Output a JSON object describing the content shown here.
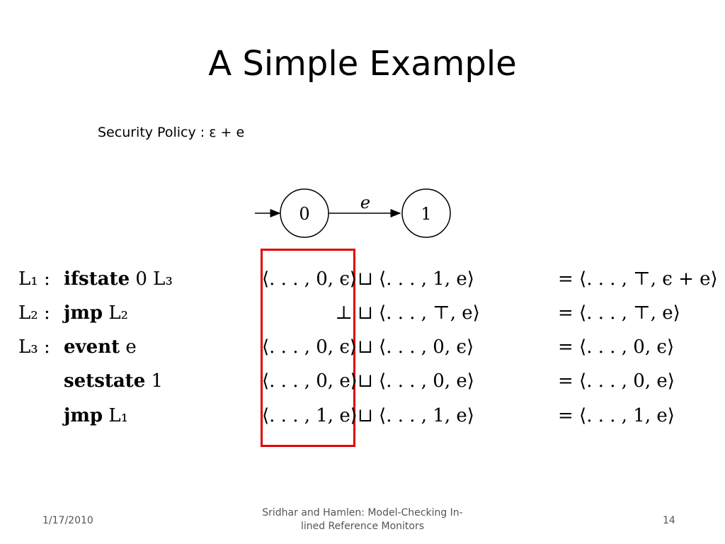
{
  "slide": {
    "title": "A Simple Example",
    "policy": "Security Policy : ε + e"
  },
  "automaton": {
    "start_state": "0",
    "end_state": "1",
    "edge_label": "e"
  },
  "rows": [
    {
      "label": "L₁ :",
      "instruction": "ifstate 0 L₃",
      "left": "⟨. . . , 0, ϵ⟩",
      "right": "⊔ ⟨. . . , 1, e⟩",
      "result": "= ⟨. . . , ⊤, ϵ + e⟩"
    },
    {
      "label": "L₂ :",
      "instruction": "jmp L₂",
      "left": "⊥",
      "right": "⊔ ⟨. . . , ⊤, e⟩",
      "result": "= ⟨. . . , ⊤, e⟩"
    },
    {
      "label": "L₃ :",
      "instruction": "event e",
      "left": "⟨. . . , 0, ϵ⟩",
      "right": "⊔ ⟨. . . , 0, ϵ⟩",
      "result": "= ⟨. . . , 0, ϵ⟩"
    },
    {
      "label": "",
      "instruction": "setstate 1",
      "left": "⟨. . . , 0, e⟩",
      "right": "⊔ ⟨. . . , 0, e⟩",
      "result": "= ⟨. . . , 0, e⟩"
    },
    {
      "label": "",
      "instruction": "jmp L₁",
      "left": "⟨. . . , 1, e⟩",
      "right": "⊔ ⟨. . . , 1, e⟩",
      "result": "= ⟨. . . , 1, e⟩"
    }
  ],
  "footer": {
    "date": "1/17/2010",
    "center": "Sridhar and Hamlen: Model-Checking In-lined Reference Monitors",
    "page": "14"
  },
  "colors": {
    "highlight": "#e00000"
  }
}
